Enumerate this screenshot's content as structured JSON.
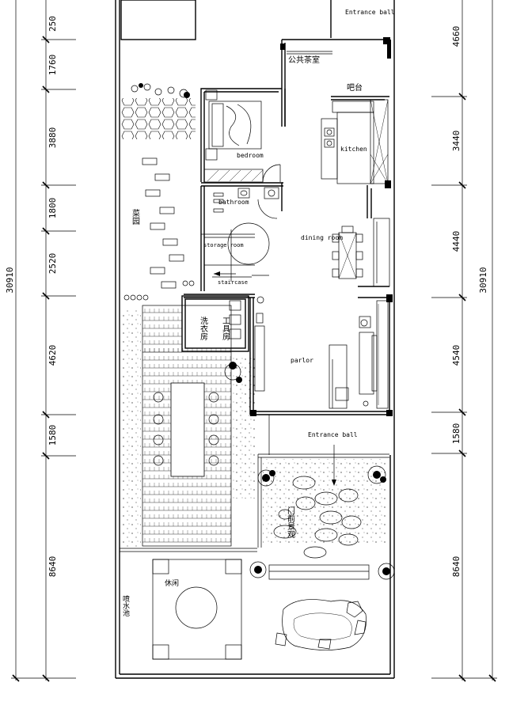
{
  "dimensions": {
    "left": [
      "250",
      "1760",
      "3880",
      "1800",
      "2520",
      "4620",
      "1580",
      "8640"
    ],
    "left_total": "30910",
    "right": [
      "4660",
      "3440",
      "4440",
      "4540",
      "1580",
      "8640"
    ],
    "right_total": "30910"
  },
  "rooms": {
    "entrance_top": "Entrance ball",
    "gongyi": "公共茶室",
    "jingguan": "吧台",
    "bedroom": "bedroom",
    "bathroom": "bathroom",
    "kitchen": "kitchen",
    "storage": "storage room",
    "dining": "dining room",
    "stairs": "staircase",
    "parlor": "parlor",
    "entrance_bottom": "Entrance ball",
    "garden": "菜园",
    "laundry": "洗衣房",
    "tool_room": "工具房",
    "front_yard": "门前景观",
    "pavilion": "休闲",
    "pond": "喷水池"
  }
}
